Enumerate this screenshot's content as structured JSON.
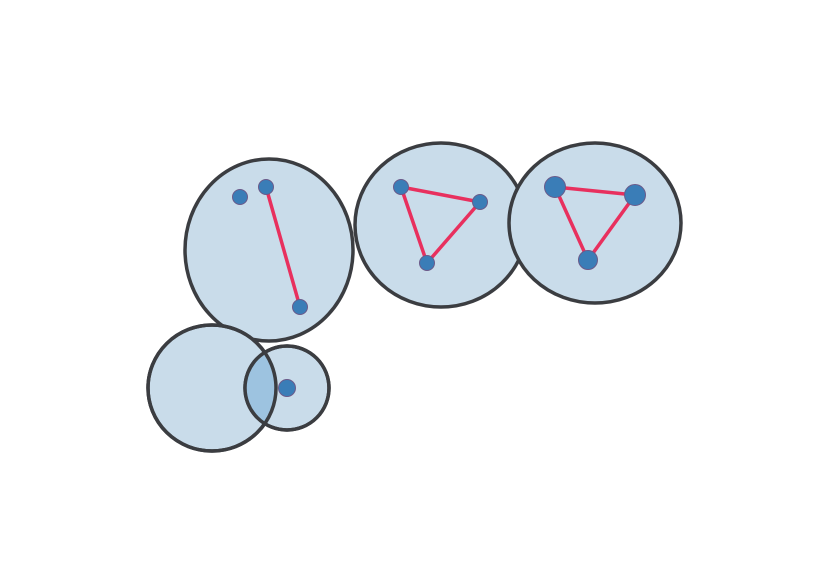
{
  "diagram": {
    "colors": {
      "background": "#ffffff",
      "circle_fill": "#c9dcea",
      "circle_fill_overlap": "#9dc3e0",
      "circle_stroke": "#3b3d41",
      "node_fill": "#3a7db7",
      "node_stroke": "#6a5a8a",
      "edge": "#e8305e"
    },
    "groups": [
      {
        "name": "group-top-left",
        "nodes": 3,
        "edges": 1
      },
      {
        "name": "group-center",
        "nodes": 3,
        "edges": 3
      },
      {
        "name": "group-right",
        "nodes": 3,
        "edges": 3
      },
      {
        "name": "group-bottom-left",
        "nodes": 0,
        "edges": 0
      },
      {
        "name": "group-bottom-small",
        "nodes": 1,
        "edges": 0
      }
    ]
  }
}
